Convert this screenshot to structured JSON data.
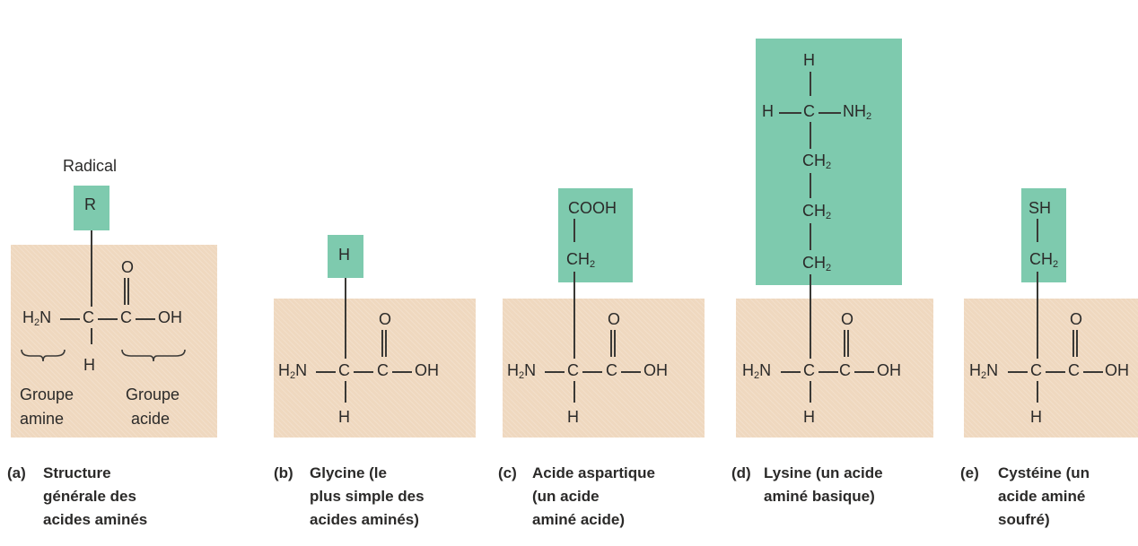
{
  "panel_a": {
    "radical_label": "Radical",
    "radical": "R",
    "carbonyl_o": "O",
    "amine": "H",
    "amine_sub": "2",
    "amine_n": "N",
    "carbon": "C",
    "carboxyl_c": "C",
    "hydroxyl": "OH",
    "lower_h": "H",
    "amine_group_line1": "Groupe",
    "amine_group_line2": "amine",
    "acid_group_line1": "Groupe",
    "acid_group_line2": "acide",
    "caption_letter": "(a)",
    "caption": "Structure\ngénérale des\nacides aminés"
  },
  "panel_b": {
    "side_chain": "H",
    "carbonyl_o": "O",
    "amine": "H",
    "amine_sub": "2",
    "amine_n": "N",
    "carbon": "C",
    "carboxyl_c": "C",
    "hydroxyl": "OH",
    "lower_h": "H",
    "caption_letter": "(b)",
    "caption": "Glycine (le\nplus simple des\nacides aminés)"
  },
  "panel_c": {
    "side_top": "COOH",
    "side_ch": "CH",
    "side_ch_sub": "2",
    "carbonyl_o": "O",
    "amine": "H",
    "amine_sub": "2",
    "amine_n": "N",
    "carbon": "C",
    "carboxyl_c": "C",
    "hydroxyl": "OH",
    "lower_h": "H",
    "caption_letter": "(c)",
    "caption": "Acide aspartique\n(un acide\naminé acide)"
  },
  "panel_d": {
    "top_h": "H",
    "side_h": "H",
    "side_c": "C",
    "side_nh": "NH",
    "side_nh_sub": "2",
    "ch_a": "CH",
    "ch_b": "CH",
    "ch_c": "CH",
    "ch_sub": "2",
    "carbonyl_o": "O",
    "amine": "H",
    "amine_sub": "2",
    "amine_n": "N",
    "carbon": "C",
    "carboxyl_c": "C",
    "hydroxyl": "OH",
    "lower_h": "H",
    "caption_letter": "(d)",
    "caption": "Lysine (un acide\naminé basique)"
  },
  "panel_e": {
    "side_top": "SH",
    "side_ch": "CH",
    "side_ch_sub": "2",
    "carbonyl_o": "O",
    "amine": "H",
    "amine_sub": "2",
    "amine_n": "N",
    "carbon": "C",
    "carboxyl_c": "C",
    "hydroxyl": "OH",
    "lower_h": "H",
    "caption_letter": "(e)",
    "caption": "Cystéine (un\nacide aminé\nsoufré)"
  }
}
